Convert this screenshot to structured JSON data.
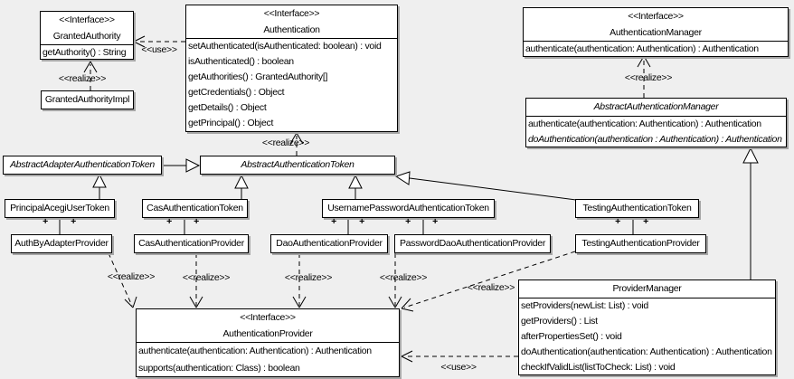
{
  "stereotype_interface": "<<Interface>>",
  "mult": {
    "plus": "+"
  },
  "colors": {
    "background": "#efefef",
    "box_fill": "#ffffff",
    "box_border": "#000000",
    "box_shadow": "#a6a6a6",
    "line": "#000000",
    "text": "#000000"
  },
  "boxes": {
    "granted_authority": {
      "stereotype": "<<Interface>>",
      "name": "GrantedAuthority",
      "methods": [
        "getAuthority() : String"
      ]
    },
    "granted_authority_impl": {
      "name": "GrantedAuthorityImpl"
    },
    "authentication": {
      "stereotype": "<<Interface>>",
      "name": "Authentication",
      "methods": [
        "setAuthenticated(isAuthenticated: boolean) : void",
        "isAuthenticated() : boolean",
        "getAuthorities() : GrantedAuthority[]",
        "getCredentials() : Object",
        "getDetails() : Object",
        "getPrincipal() : Object"
      ]
    },
    "authentication_manager": {
      "stereotype": "<<Interface>>",
      "name": "AuthenticationManager",
      "methods": [
        "authenticate(authentication: Authentication) : Authentication"
      ]
    },
    "abstract_authentication_manager": {
      "name": "AbstractAuthenticationManager",
      "methods": [
        "authenticate(authentication: Authentication) : Authentication",
        "doAuthentication(authentication : Authentication) : Authentication"
      ]
    },
    "abstract_adapter_authentication_token": {
      "name": "AbstractAdapterAuthenticationToken"
    },
    "abstract_authentication_token": {
      "name": "AbstractAuthenticationToken"
    },
    "principal_acegi_user_token": {
      "name": "PrincipalAcegiUserToken"
    },
    "cas_authentication_token": {
      "name": "CasAuthenticationToken"
    },
    "username_password_authentication_token": {
      "name": "UsernamePasswordAuthenticationToken"
    },
    "testing_authentication_token": {
      "name": "TestingAuthenticationToken"
    },
    "auth_by_adapter_provider": {
      "name": "AuthByAdapterProvider"
    },
    "cas_authentication_provider": {
      "name": "CasAuthenticationProvider"
    },
    "dao_authentication_provider": {
      "name": "DaoAuthenticationProvider"
    },
    "password_dao_authentication_provider": {
      "name": "PasswordDaoAuthenticationProvider"
    },
    "testing_authentication_provider": {
      "name": "TestingAuthenticationProvider"
    },
    "authentication_provider": {
      "stereotype": "<<Interface>>",
      "name": "AuthenticationProvider",
      "methods": [
        "authenticate(authentication: Authentication) : Authentication",
        "supports(authentication: Class) : boolean"
      ]
    },
    "provider_manager": {
      "name": "ProviderManager",
      "methods": [
        "setProviders(newList: List) : void",
        "getProviders() : List",
        "afterPropertiesSet() : void",
        "doAuthentication(authentication: Authentication) : Authentication",
        "checkIfValidList(listToCheck: List) : void"
      ]
    }
  },
  "edge_labels": {
    "use_granted_authority": "<<use>>",
    "realize_granted_authority_impl": "<<realize>>",
    "realize_abstract_authentication_token": "<<realize>>",
    "realize_abstract_authentication_manager": "<<realize>>",
    "realize_auth_by_adapter_provider": "<<realize>>",
    "realize_cas_authentication_provider": "<<realize>>",
    "realize_dao_authentication_provider": "<<realize>>",
    "realize_password_dao_authentication_provider": "<<realize>>",
    "realize_testing_authentication_provider": "<<realize>>",
    "use_provider_manager": "<<use>>"
  }
}
